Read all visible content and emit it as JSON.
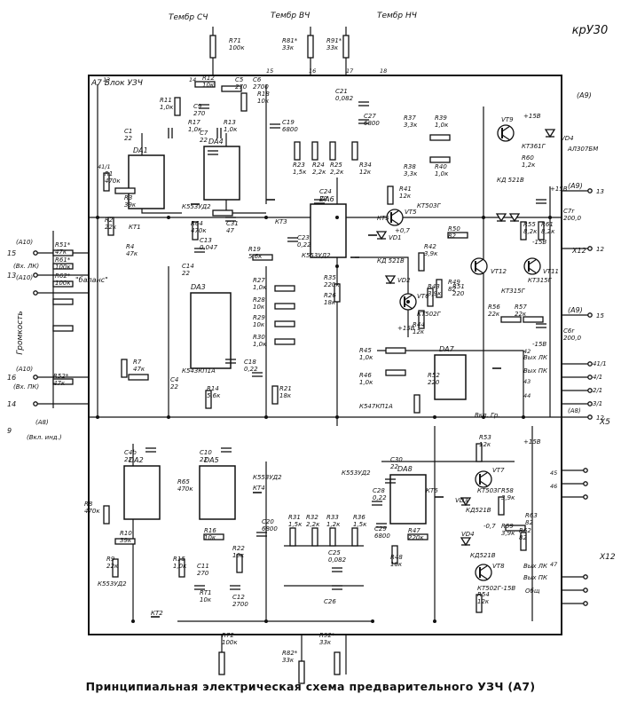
{
  "corner_mark": "крУ30",
  "block_label": "А7 Блок УЗЧ",
  "caption": "Принципиальная электрическая схема предварительного УЗЧ (А7)",
  "controls": {
    "tone_lf_top": "Тембр СЧ",
    "tone_hf": "Тембр ВЧ",
    "tone_lf_right": "Тембр НЧ",
    "volume": "Громкость",
    "balance": "\"баланс\""
  },
  "connectors": {
    "a9_top": "(А9)",
    "a9_mid": "(А9)",
    "a9_right": "(А9)",
    "a10_1": "(А10)",
    "a10_2": "(А10)",
    "a10_3": "(А10)",
    "a8_left": "(А8)",
    "a8_right": "(А8)",
    "x12_top": "Х12",
    "x5": "Х5",
    "x12_bottom": "Х12",
    "vx_lk": "(Вх. ЛК)",
    "vx_pk": "(Вх. ПК)",
    "vkl_ind": "(Вкл. инд.)",
    "vyh_lk": "Вых ЛК",
    "vyh_pk": "Вых ПК",
    "vyh_lk_box": "Вых ЛК",
    "vyh_pk_box": "Вых ПК",
    "vkl_gr": "Вкл. Гр.",
    "obsh": "Общ"
  },
  "chips": {
    "da1": "DA1",
    "da2": "DA2",
    "da3": "DA3",
    "da4": "DA4",
    "da5": "DA5",
    "da6": "DA6",
    "da7": "DA7",
    "da8": "DA8",
    "t_k553ud2_a": "К553УД2",
    "t_k553ud2_b": "К553УД2",
    "t_k553ud2_c": "К553УД2",
    "t_k553ud2_d": "К553УД2",
    "t_k553ud2_e": "К553УД2",
    "t_k543kp1a": "К543КП1А",
    "t_k547kp1a": "К547КП1А"
  },
  "transistors": {
    "vt9": "VT9",
    "vt9_t": "КТ361Г",
    "vt5": "VT5",
    "vt5_t": "КТ503Г",
    "vt6": "VT6",
    "vt6_t": "КТ502Г",
    "vt12": "VT12",
    "vt12_t": "КТ315Г",
    "vt11": "VT11",
    "vt11_t": "КТ315Г",
    "vt7": "VT7",
    "vt7_t": "КТ503Г",
    "vt8": "VT8",
    "vt8_t": "КТ502Г"
  },
  "diodes": {
    "vd4": "VD4",
    "vd4_t": "АЛ307БМ",
    "vd1": "VD1",
    "vd2": "VD2",
    "vd3": "VD3",
    "vd4b": "VD4",
    "kd521v_a": "КД 521В",
    "kd521v_b": "КД 521В",
    "kd521v_c": "КД521В",
    "kd521v_d": "КД521В"
  },
  "components": [
    {
      "n": "R71",
      "v": "100к"
    },
    {
      "n": "R81*",
      "v": "33к"
    },
    {
      "n": "R91*",
      "v": "33к"
    },
    {
      "n": "R12",
      "v": "10к"
    },
    {
      "n": "C5",
      "v": "270"
    },
    {
      "n": "C6",
      "v": "2700"
    },
    {
      "n": "R18",
      "v": "10к"
    },
    {
      "n": "R11",
      "v": "1,0к"
    },
    {
      "n": "C9",
      "v": "270"
    },
    {
      "n": "R13",
      "v": "1,0к"
    },
    {
      "n": "C1",
      "v": "22"
    },
    {
      "n": "C7",
      "v": "22"
    },
    {
      "n": "R1",
      "v": "470к"
    },
    {
      "n": "R2",
      "v": "22к"
    },
    {
      "n": "R3",
      "v": "39к"
    },
    {
      "n": "R17",
      "v": "1,0к"
    },
    {
      "n": "R64",
      "v": "470к"
    },
    {
      "n": "C31",
      "v": "47"
    },
    {
      "n": "R4",
      "v": "47к"
    },
    {
      "n": "C13",
      "v": "0,047"
    },
    {
      "n": "R19",
      "v": "5,6к"
    },
    {
      "n": "C14",
      "v": "22"
    },
    {
      "n": "C19",
      "v": "6800"
    },
    {
      "n": "R23",
      "v": "1,5к"
    },
    {
      "n": "R24",
      "v": "2,2к"
    },
    {
      "n": "R25",
      "v": "2,2к"
    },
    {
      "n": "C21",
      "v": "0,082"
    },
    {
      "n": "C27",
      "v": "6800"
    },
    {
      "n": "R34",
      "v": "12к"
    },
    {
      "n": "R37",
      "v": "3,3к"
    },
    {
      "n": "R39",
      "v": "1,0к"
    },
    {
      "n": "R38",
      "v": "3,3к"
    },
    {
      "n": "R40",
      "v": "1,0к"
    },
    {
      "n": "R60",
      "v": "1,2к"
    },
    {
      "n": "C24",
      "v": "22"
    },
    {
      "n": "C23",
      "v": "0,22"
    },
    {
      "n": "R41",
      "v": "12к"
    },
    {
      "n": "R35",
      "v": "220к"
    },
    {
      "n": "R26",
      "v": "18к"
    },
    {
      "n": "R42",
      "v": "3,9к"
    },
    {
      "n": "R50",
      "v": "82"
    },
    {
      "n": "R43",
      "v": "3,9к"
    },
    {
      "n": "R49",
      "v": "82"
    },
    {
      "n": "R51",
      "v": "220"
    },
    {
      "n": "R44",
      "v": "12к"
    },
    {
      "n": "R55",
      "v": "8,2к"
    },
    {
      "n": "R61",
      "v": "8,2к"
    },
    {
      "n": "C7r",
      "v": "200,0"
    },
    {
      "n": "R56",
      "v": "22к"
    },
    {
      "n": "R57",
      "v": "22к"
    },
    {
      "n": "C6r",
      "v": "200,0"
    },
    {
      "n": "R51*",
      "v": "47к"
    },
    {
      "n": "R61*",
      "v": "100к"
    },
    {
      "n": "R62*",
      "v": "100к"
    },
    {
      "n": "R52*",
      "v": "47к"
    },
    {
      "n": "R27",
      "v": "1,0к"
    },
    {
      "n": "R28",
      "v": "10к"
    },
    {
      "n": "R29",
      "v": "10к"
    },
    {
      "n": "R30",
      "v": "1,0к"
    },
    {
      "n": "R7",
      "v": "47к"
    },
    {
      "n": "C4",
      "v": "22"
    },
    {
      "n": "R14",
      "v": "5,6к"
    },
    {
      "n": "C18",
      "v": "0,22"
    },
    {
      "n": "R21",
      "v": "18к"
    },
    {
      "n": "R45",
      "v": "1,0к"
    },
    {
      "n": "R46",
      "v": "1,0к"
    },
    {
      "n": "R52",
      "v": "220"
    },
    {
      "n": "C4b",
      "v": "22"
    },
    {
      "n": "C10",
      "v": "22"
    },
    {
      "n": "R65",
      "v": "470к"
    },
    {
      "n": "R8",
      "v": "470к"
    },
    {
      "n": "R10",
      "v": "39к"
    },
    {
      "n": "R16",
      "v": "10к"
    },
    {
      "n": "R9",
      "v": "22к"
    },
    {
      "n": "R15",
      "v": "1,0к"
    },
    {
      "n": "C11",
      "v": "270"
    },
    {
      "n": "R22",
      "v": "10к"
    },
    {
      "n": "RT1",
      "v": "10к"
    },
    {
      "n": "C12",
      "v": "2700"
    },
    {
      "n": "C20",
      "v": "6800"
    },
    {
      "n": "R31",
      "v": "1,5к"
    },
    {
      "n": "R32",
      "v": "2,2к"
    },
    {
      "n": "R33",
      "v": "1,2к"
    },
    {
      "n": "R36",
      "v": "1,5к"
    },
    {
      "n": "C30",
      "v": "22"
    },
    {
      "n": "C28",
      "v": "0,22"
    },
    {
      "n": "C29",
      "v": "6800"
    },
    {
      "n": "R47",
      "v": "220к"
    },
    {
      "n": "R48",
      "v": "18к"
    },
    {
      "n": "C25",
      "v": "0,082"
    },
    {
      "n": "C26",
      "v": ""
    },
    {
      "n": "R53",
      "v": "12к"
    },
    {
      "n": "R58",
      "v": "3,9к"
    },
    {
      "n": "R59",
      "v": "3,9к"
    },
    {
      "n": "R63",
      "v": "82"
    },
    {
      "n": "R62",
      "v": "82"
    },
    {
      "n": "R54",
      "v": "12к"
    },
    {
      "n": "R72",
      "v": "100к"
    },
    {
      "n": "R82*",
      "v": "33к"
    },
    {
      "n": "R92*",
      "v": "33к"
    }
  ],
  "test_points": {
    "kt1": "КТ1",
    "kt2": "КТ2",
    "kt3": "КТ3",
    "kt4": "КТ4",
    "kt5": "КТ5",
    "kt6": "КТ6"
  },
  "voltages": {
    "p15": "+15В",
    "m15": "-15В",
    "p07": "+0,7",
    "m07": "-0,7",
    "p15b": "+15В",
    "m15b": "-15В",
    "p15c": "+15В",
    "m15c": "-15В",
    "p15d": "+15В"
  },
  "pins_right": [
    "13",
    "14",
    "15",
    "16",
    "17",
    "18",
    "41/1",
    "42",
    "43",
    "44",
    "45",
    "46",
    "47"
  ],
  "pins_left": [
    "15",
    "13",
    "16",
    "14",
    "9"
  ],
  "pins_right_labels": [
    "13",
    "12",
    "15",
    "41/1",
    "4/1",
    "2/1",
    "3/1",
    "12"
  ]
}
